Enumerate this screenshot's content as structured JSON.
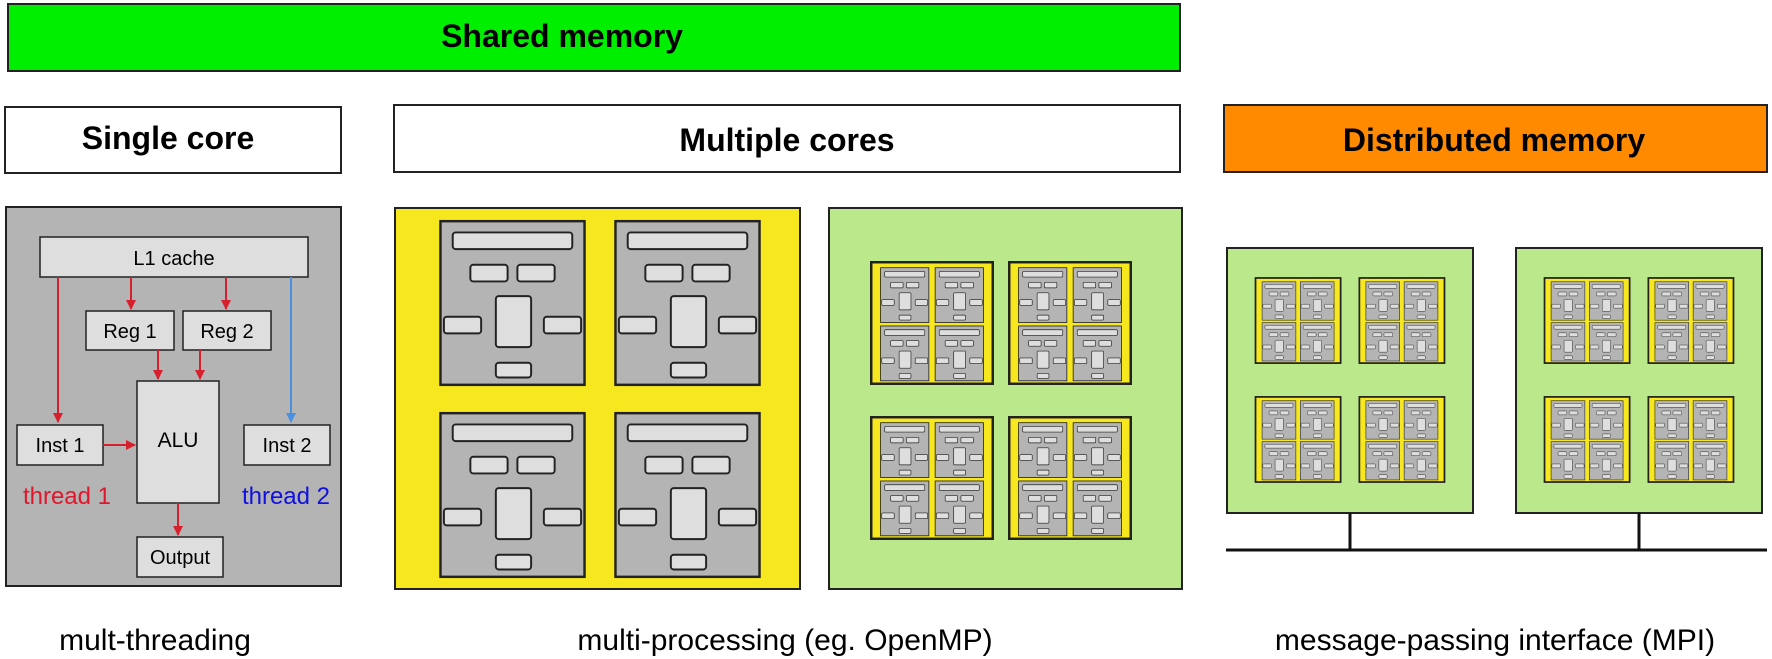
{
  "headers": {
    "shared_memory": "Shared memory",
    "single_core": "Single core",
    "multiple_cores": "Multiple cores",
    "distributed_memory": "Distributed memory"
  },
  "core_diagram": {
    "l1_cache": "L1 cache",
    "reg1": "Reg 1",
    "reg2": "Reg 2",
    "alu": "ALU",
    "inst1": "Inst 1",
    "inst2": "Inst 2",
    "thread1": "thread 1",
    "thread2": "thread 2",
    "output": "Output"
  },
  "captions": {
    "single": "mult-threading",
    "multi": "multi-processing (eg. OpenMP)",
    "mpi": "message-passing interface (MPI)"
  },
  "colors": {
    "shared_memory": "#00ee00",
    "distributed_memory": "#ff8a00",
    "node_yellow": "#f7e71f",
    "node_green": "#bbe88a",
    "core_gray": "#b4b4b4",
    "cell_gray": "#dedede",
    "thread1": "#e0172c",
    "thread2": "#1010e0",
    "arrow_red": "#d6202e",
    "arrow_blue": "#4a8fe0"
  }
}
